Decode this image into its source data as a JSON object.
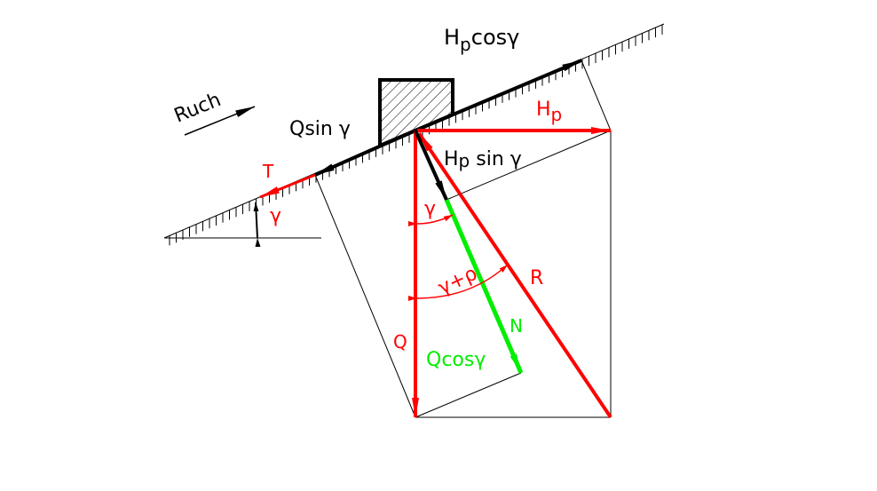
{
  "labels": {
    "motion": "Ruch",
    "hp_cos": {
      "main": "H",
      "sub": "p",
      "rest": "cosγ"
    },
    "hp": {
      "main": "H",
      "sub": "p"
    },
    "q_sin": "Qsin γ",
    "hp_sin": {
      "main": "H",
      "sub": "p",
      "rest": " sin γ"
    },
    "t": "T",
    "gamma_incline": "γ",
    "gamma_angle": "γ",
    "gamma_rho": "γ+ρ",
    "r": "R",
    "n": "N",
    "q": "Q",
    "q_cos": "Qcosγ"
  },
  "colors": {
    "force_red": "#ff0000",
    "normal_green": "#00ee00",
    "line_black": "#000000"
  }
}
